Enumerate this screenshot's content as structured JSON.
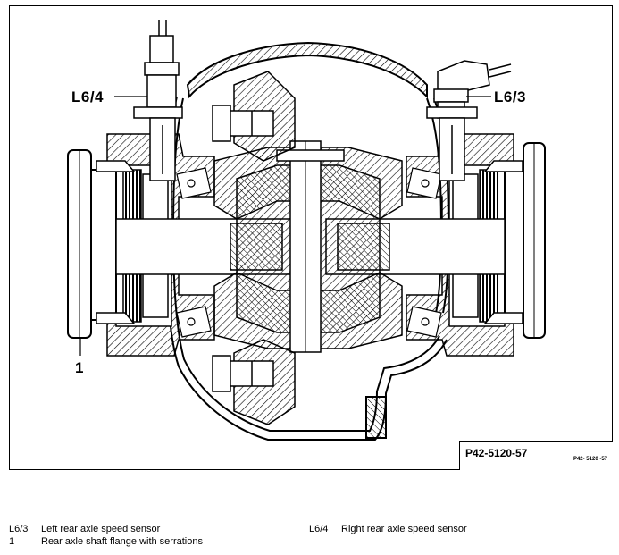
{
  "diagram": {
    "callouts": {
      "left_sensor": "L6/4",
      "right_sensor": "L6/3",
      "flange": "1"
    },
    "reference_code": "P42-5120-57",
    "reference_code_small": "P42- 5120 -57"
  },
  "legend": [
    {
      "key": "L6/3",
      "text": "Left rear axle speed sensor"
    },
    {
      "key": "L6/4",
      "text": "Right rear axle speed sensor"
    },
    {
      "key": "1",
      "text": "Rear axle shaft flange with serrations"
    }
  ]
}
